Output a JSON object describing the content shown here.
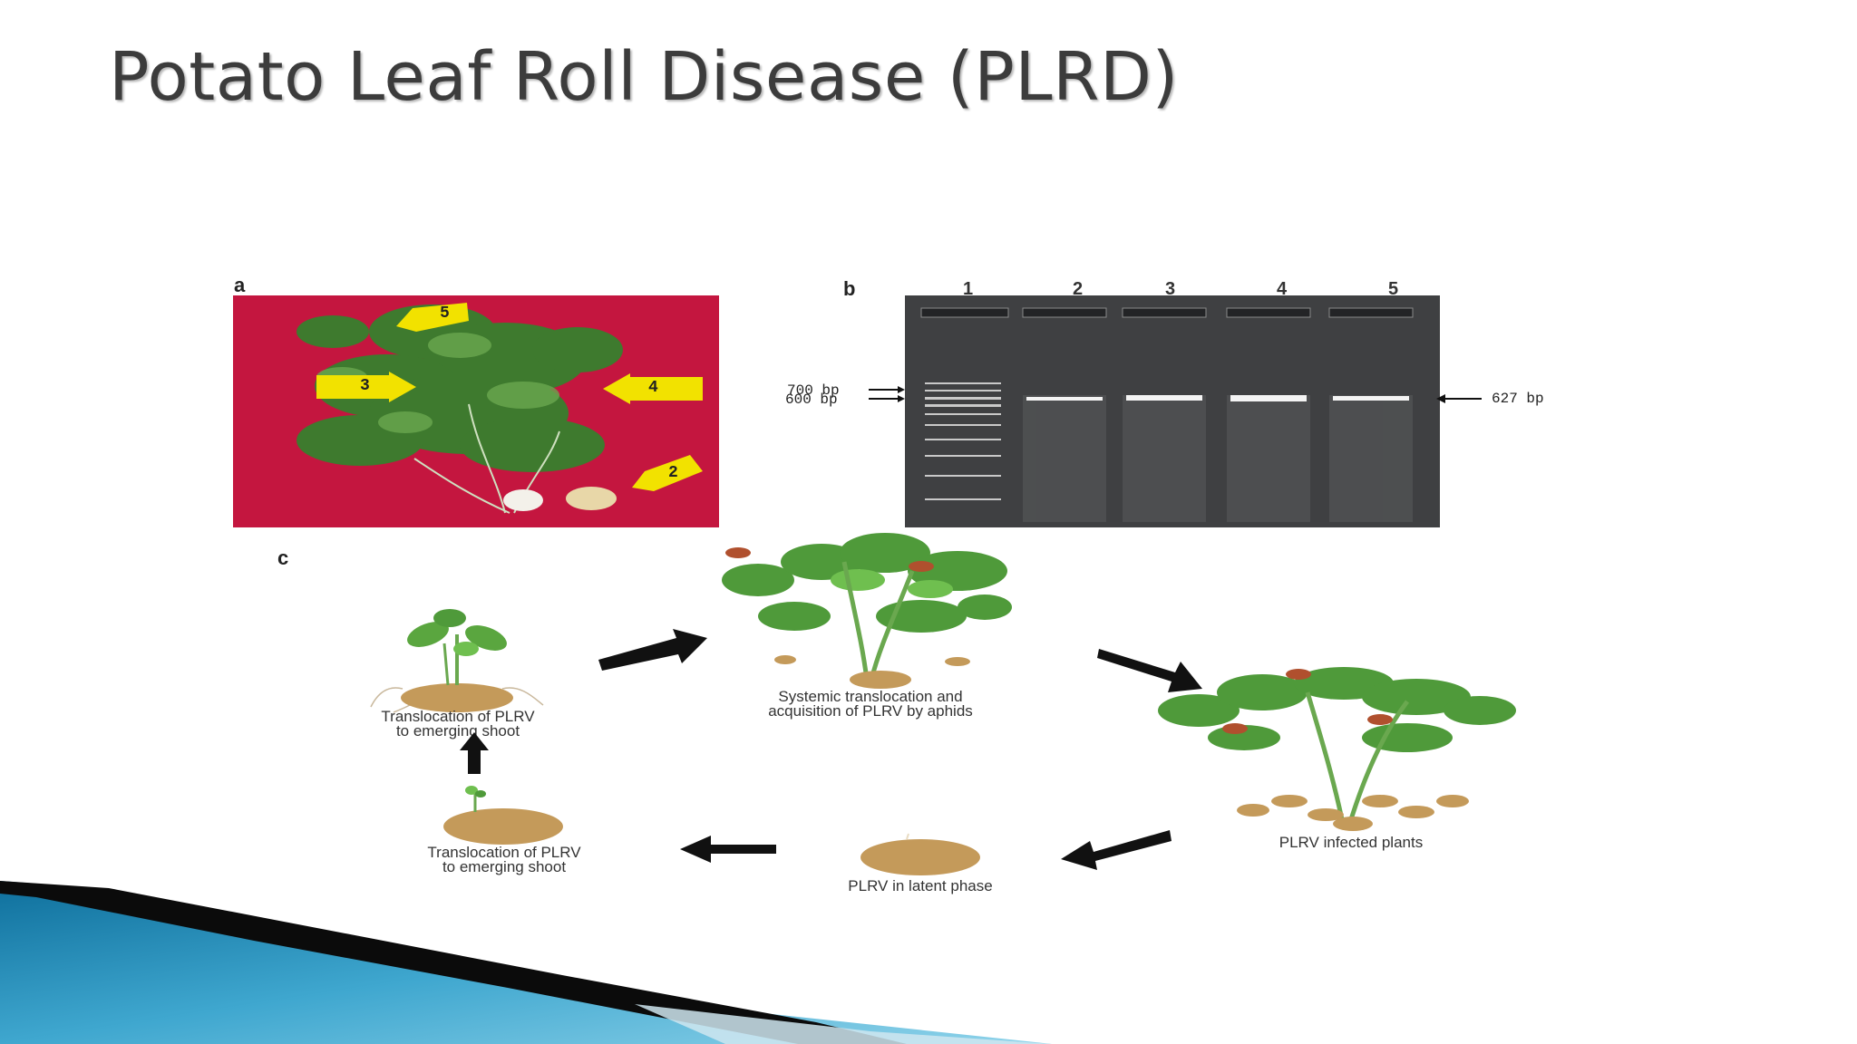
{
  "slide": {
    "title": "Potato Leaf Roll Disease (PLRD)"
  },
  "figure": {
    "panel_a": {
      "letter": "a",
      "arrow_tags": [
        "5",
        "3",
        "4",
        "2"
      ]
    },
    "panel_b": {
      "letter": "b",
      "lanes": [
        "1",
        "2",
        "3",
        "4",
        "5"
      ],
      "marker_700": "700 bp",
      "marker_600": "600 bp",
      "band_label": "627 bp"
    },
    "panel_c": {
      "letter": "c",
      "stages": {
        "emerging_top": [
          "Translocation of PLRV",
          "to emerging shoot"
        ],
        "systemic": [
          "Systemic translocation and",
          "acquisition  of PLRV by aphids"
        ],
        "infected": "PLRV infected plants",
        "latent": "PLRV in latent phase",
        "emerging_bottom": [
          "Translocation of PLRV",
          "to emerging shoot"
        ]
      }
    }
  },
  "colors": {
    "photo_background": "#c4163f",
    "gel_background": "#3f4042",
    "tuber": "#c49a5a",
    "foliage": "#4f9a3a",
    "title_text": "#3c3c3c",
    "decor_blue": "#1f8fbf"
  }
}
